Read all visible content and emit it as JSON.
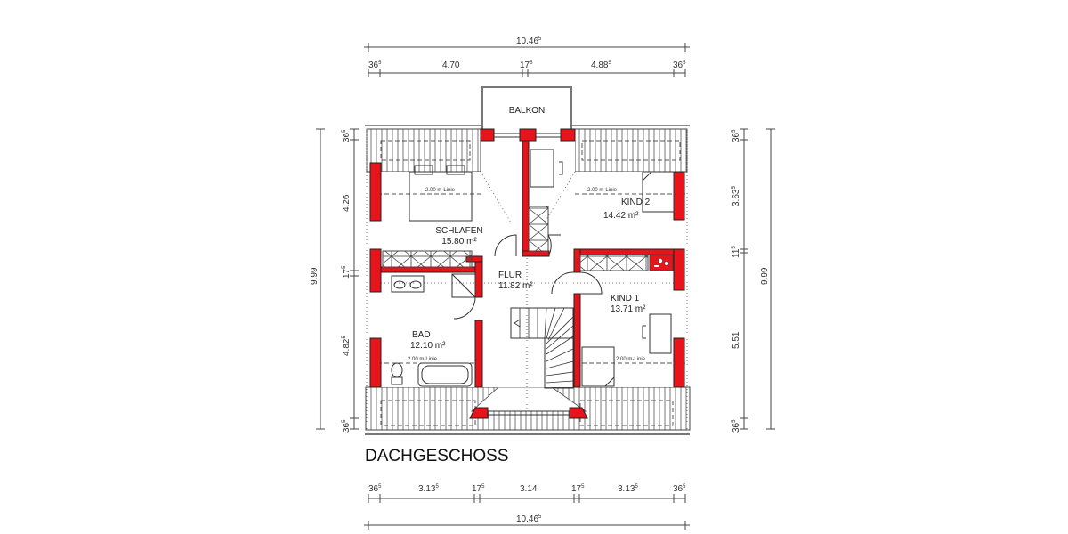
{
  "plan": {
    "title": "DACHGESCHOSS",
    "wall_color": "#e8141c",
    "rooms": [
      {
        "name": "SCHLAFEN",
        "area": "15.80 m²"
      },
      {
        "name": "KIND 2",
        "area": "14.42 m²"
      },
      {
        "name": "FLUR",
        "area": "11.82 m²"
      },
      {
        "name": "BAD",
        "area": "12.10 m²"
      },
      {
        "name": "KIND 1",
        "area": "13.71 m²"
      }
    ],
    "balcony_label": "BALKON",
    "height_line_label": "2.00 m-Linie"
  },
  "dimensions": {
    "top": {
      "total": {
        "main": "10.46",
        "sup": "5"
      },
      "segments": [
        {
          "main": "36",
          "sup": "5"
        },
        {
          "main": "4.70",
          "sup": ""
        },
        {
          "main": "17",
          "sup": "5"
        },
        {
          "main": "4.88",
          "sup": "5"
        },
        {
          "main": "36",
          "sup": "5"
        }
      ]
    },
    "bottom": {
      "segments": [
        {
          "main": "36",
          "sup": "5"
        },
        {
          "main": "3.13",
          "sup": "5"
        },
        {
          "main": "17",
          "sup": "5"
        },
        {
          "main": "3.14",
          "sup": ""
        },
        {
          "main": "17",
          "sup": "5"
        },
        {
          "main": "3.13",
          "sup": "5"
        },
        {
          "main": "36",
          "sup": "5"
        }
      ],
      "total": {
        "main": "10.46",
        "sup": "5"
      }
    },
    "left": {
      "total": {
        "main": "9.99",
        "sup": ""
      },
      "segments": [
        {
          "main": "36",
          "sup": "5"
        },
        {
          "main": "4.26",
          "sup": ""
        },
        {
          "main": "17",
          "sup": "5"
        },
        {
          "main": "4.82",
          "sup": "5"
        },
        {
          "main": "36",
          "sup": "5"
        }
      ]
    },
    "right": {
      "total": {
        "main": "9.99",
        "sup": ""
      },
      "segments": [
        {
          "main": "36",
          "sup": "5"
        },
        {
          "main": "3.63",
          "sup": "5"
        },
        {
          "main": "11",
          "sup": "5"
        },
        {
          "main": "5.51",
          "sup": ""
        },
        {
          "main": "36",
          "sup": "5"
        }
      ]
    }
  }
}
